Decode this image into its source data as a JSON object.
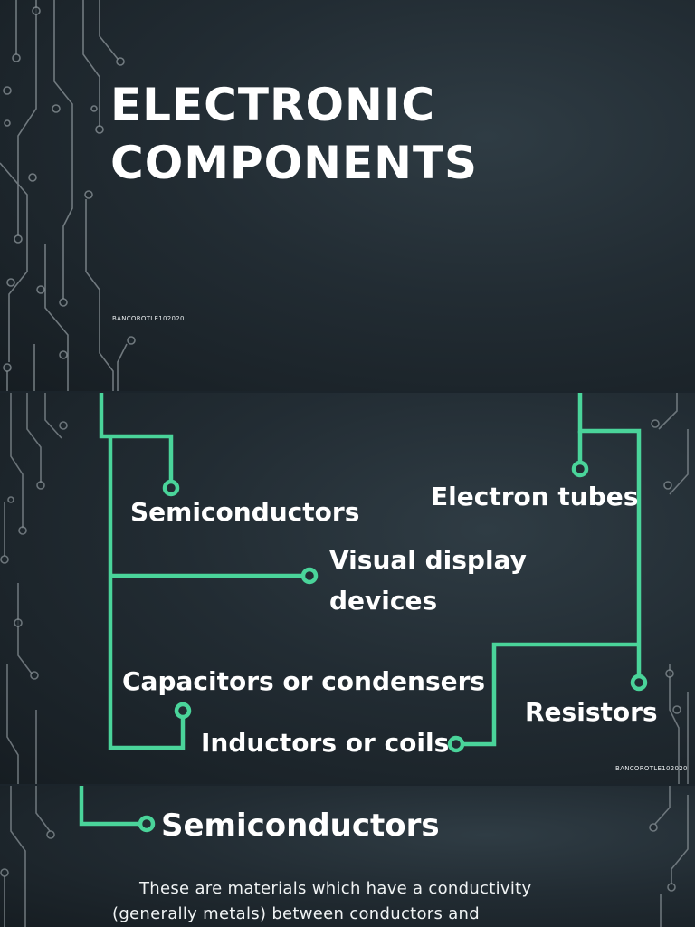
{
  "slide1": {
    "title_line1": "ELECTRONIC",
    "title_line2": "COMPONENTS",
    "footer": "BANCOROTLE102020"
  },
  "slide2": {
    "items": {
      "semiconductors": "Semiconductors",
      "electron_tubes": "Electron tubes",
      "visual_display_line1": "Visual display",
      "visual_display_line2": "devices",
      "capacitors": "Capacitors or condensers",
      "resistors": "Resistors",
      "inductors": "Inductors or coils"
    },
    "footer": "BANCOROTLE102020"
  },
  "slide3": {
    "heading": "Semiconductors",
    "body_line1": "These are materials which have a conductivity",
    "body_line2": "(generally metals) between conductors and"
  },
  "colors": {
    "accent_green": "#4ad49a",
    "circuit_gray": "#8d969b",
    "background": "#222c33"
  }
}
